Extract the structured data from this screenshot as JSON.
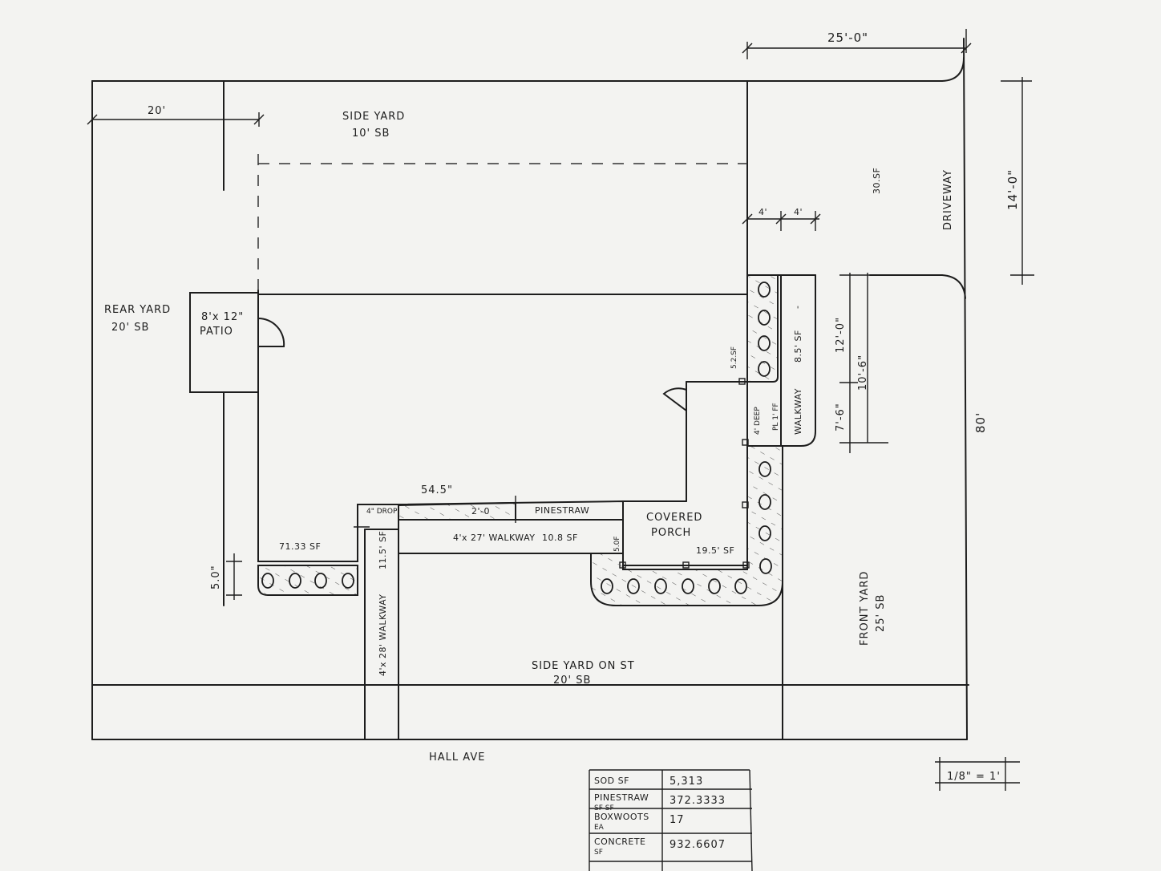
{
  "labels": {
    "side_yard": "SIDE YARD",
    "side_yard_sb": "10' SB",
    "rear_yard": "REAR YARD",
    "rear_yard_sb": "20' SB",
    "patio_size": "8'x 12\"",
    "patio": "PATIO",
    "front_yard": "FRONT YARD",
    "front_yard_sb": "25' SB",
    "side_yard_st": "SIDE YARD ON ST",
    "side_yard_st_sb": "20' SB",
    "street": "HALL AVE",
    "driveway": "DRIVEWAY",
    "covered_porch_1": "COVERED",
    "covered_porch_2": "PORCH",
    "pinestraw": "PINESTRAW",
    "walkway_main": "4'x 27' WALKWAY",
    "walkway_main_sf": "10.8 SF",
    "walkway_side": "4'x 28' WALKWAY",
    "walkway_side_sf": "11.5' SF",
    "walkway_right": "WALKWAY",
    "walkway_right_sf": "8.5' SF",
    "deep": "4' DEEP",
    "pl_ff": "PL 1' FF",
    "drop": "4\" DROP",
    "sf_71": "71.33 SF",
    "sf_195": "19.5' SF",
    "sf_50": "5.0F",
    "sf_52": "5.2.SF",
    "sf_30": "30.SF",
    "dash_mark": "-"
  },
  "dimensions": {
    "top_25": "25'-0\"",
    "left_20": "20'",
    "right_14": "14'-0\"",
    "four_a": "4'",
    "four_b": "4'",
    "twelve": "12'-0\"",
    "ten_6": "10'-6\"",
    "seven_6": "7'-6\"",
    "eighty": "80'",
    "fifty_four": "54.5\"",
    "two_0": "2'-0",
    "five_0": "5.0\""
  },
  "scale": "1/8\" = 1'",
  "legend": {
    "rows": [
      {
        "label": [
          "SOD SF"
        ],
        "value": "5,313"
      },
      {
        "label": [
          "PINESTRAW",
          "SF      SF"
        ],
        "value": "372.3333"
      },
      {
        "label": [
          "BOXWOOTS",
          "EA"
        ],
        "value": "17"
      },
      {
        "label": [
          "CONCRETE",
          "SF"
        ],
        "value": "932.6607"
      }
    ]
  }
}
